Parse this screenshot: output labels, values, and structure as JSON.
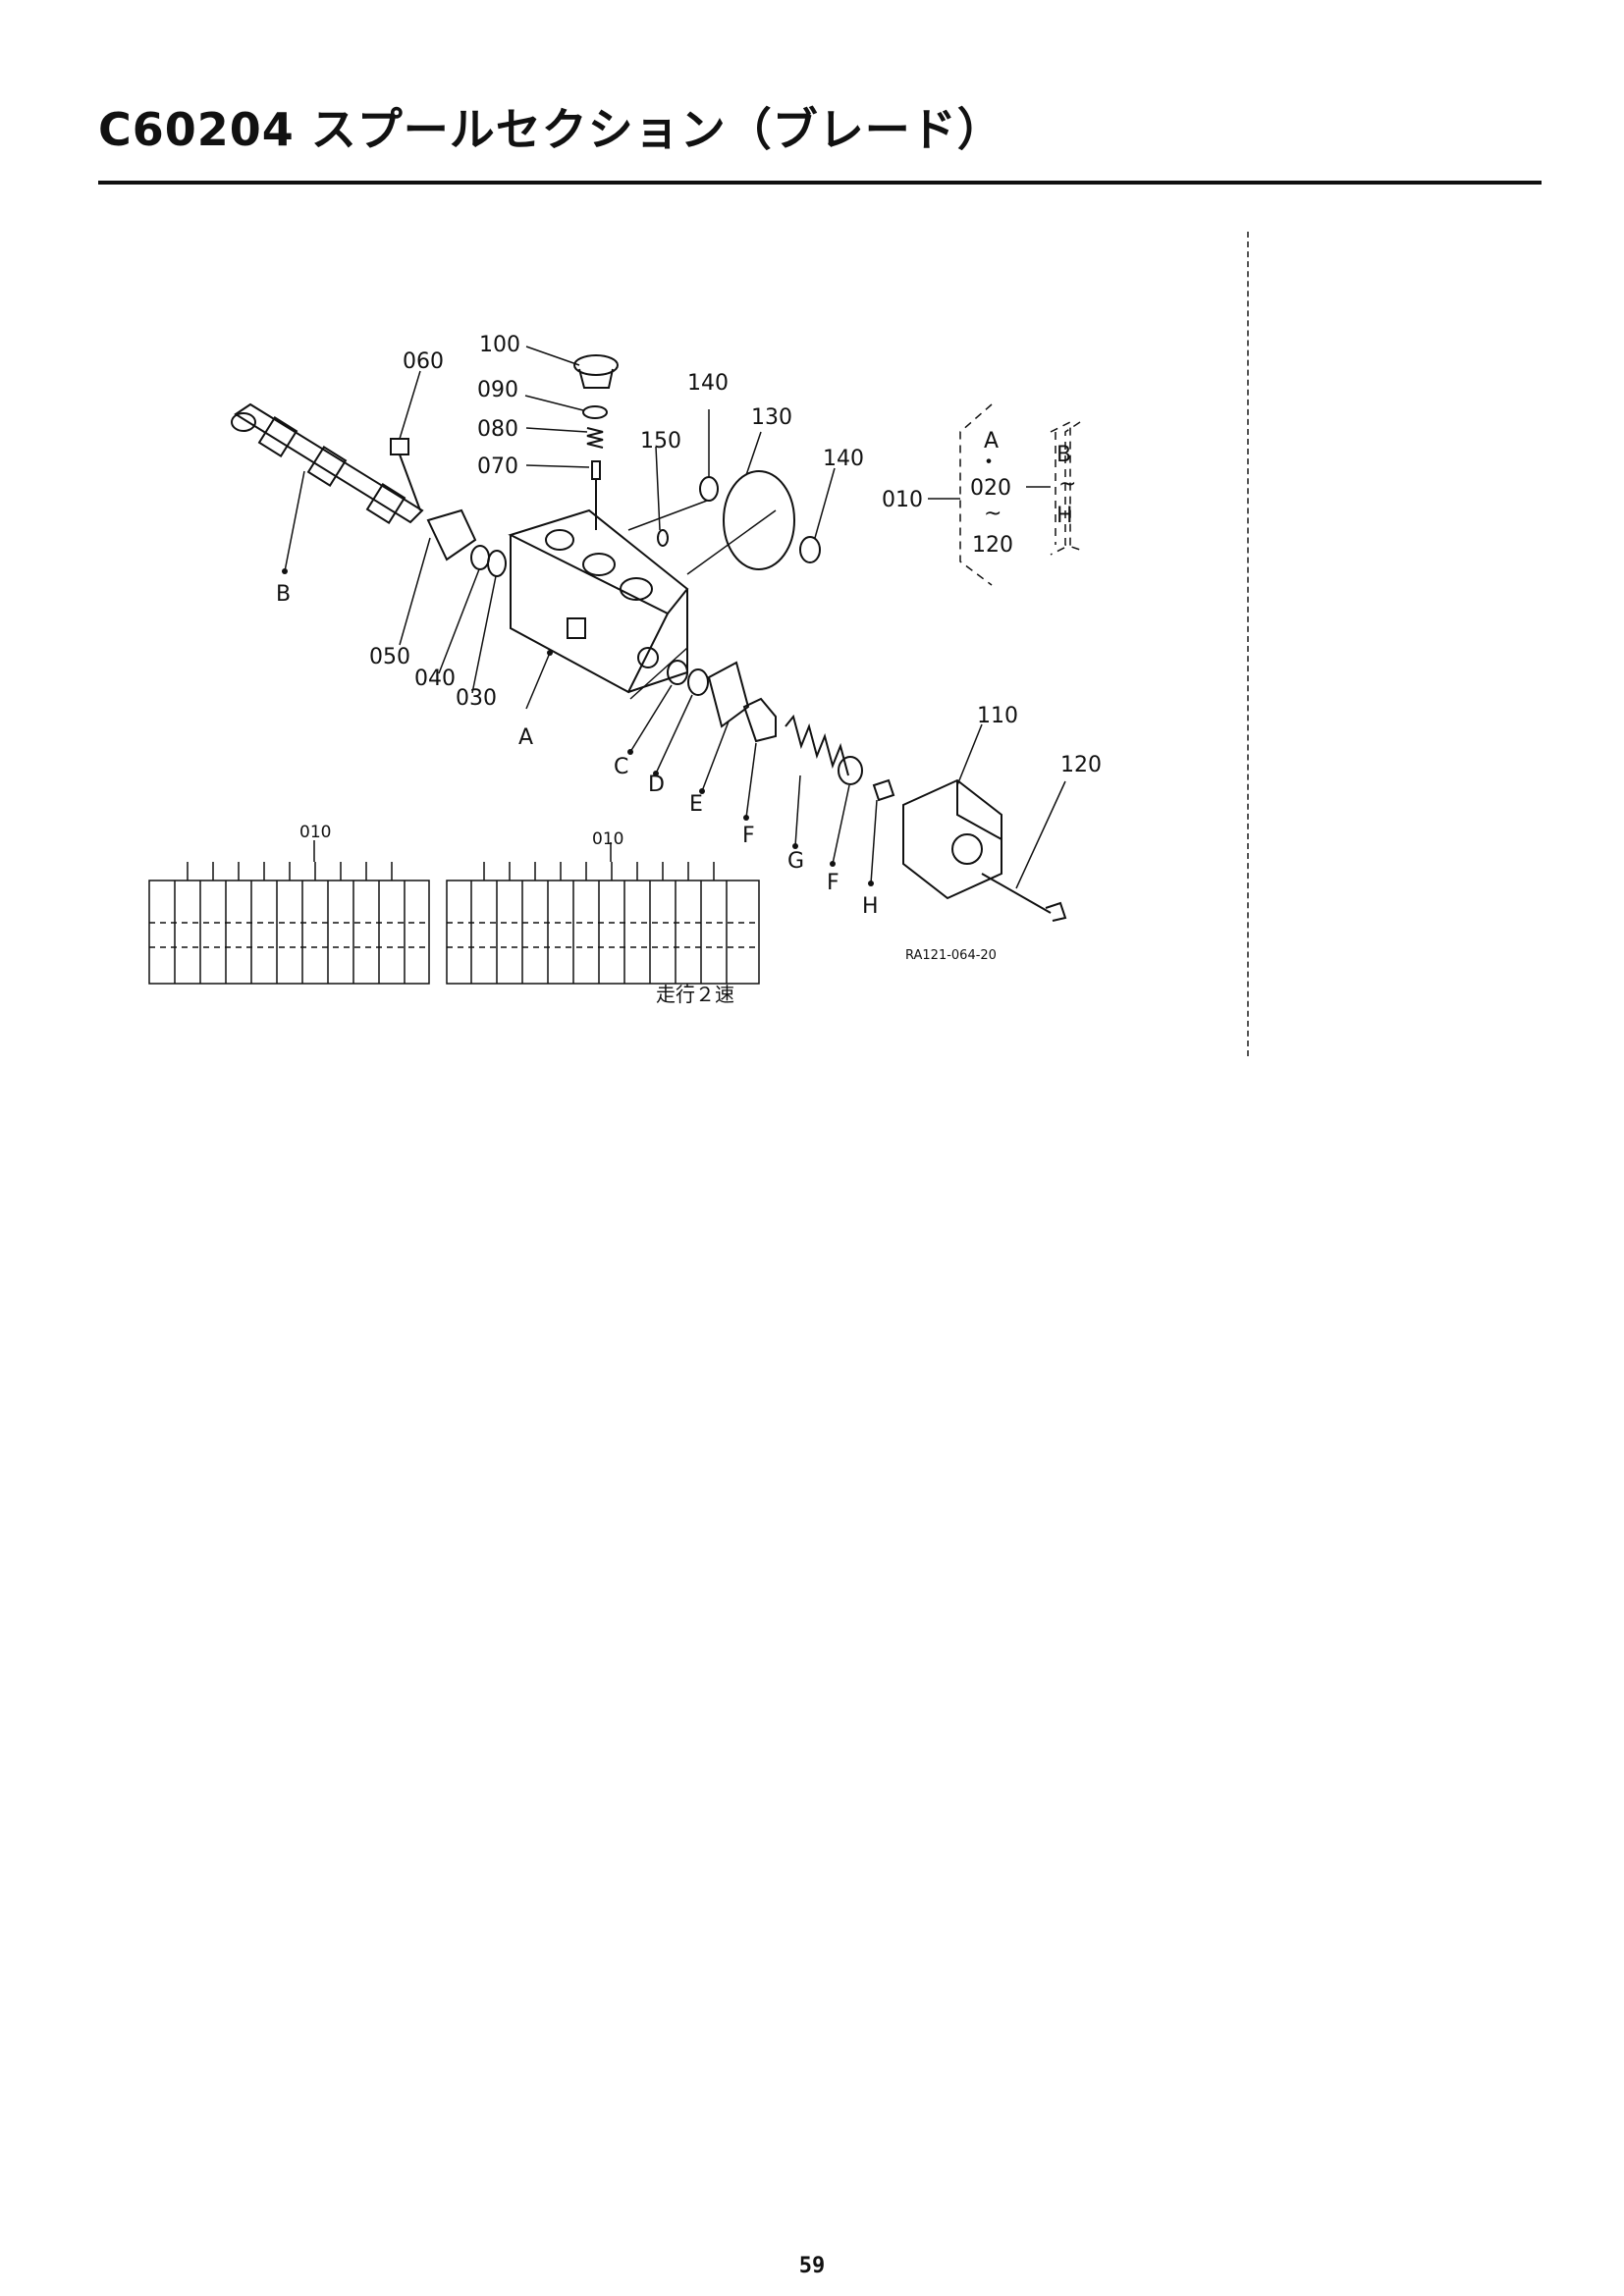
{
  "header": {
    "title": "C60204 スプールセクション（ブレード）"
  },
  "callouts": {
    "p060": "060",
    "p100": "100",
    "p090": "090",
    "p080": "080",
    "p070": "070",
    "p150": "150",
    "p140a": "140",
    "p130": "130",
    "p140b": "140",
    "p050": "050",
    "p040": "040",
    "p030": "030",
    "pB": "B",
    "pA": "A",
    "pC": "C",
    "pD": "D",
    "pE": "E",
    "pF1": "F",
    "pG": "G",
    "pF2": "F",
    "pH": "H",
    "p110": "110",
    "p120": "120"
  },
  "legend": {
    "p010": "010",
    "A": "A",
    "dot": "・",
    "p020": "020",
    "tilde1": "~",
    "p120": "120",
    "B": "B",
    "tilde2": "~",
    "H": "H"
  },
  "assembly": {
    "left_label": "010",
    "right_label": "010",
    "right_caption": "走行２速"
  },
  "figure_code": "RA121-064-20",
  "footer": {
    "page_number": "59"
  }
}
